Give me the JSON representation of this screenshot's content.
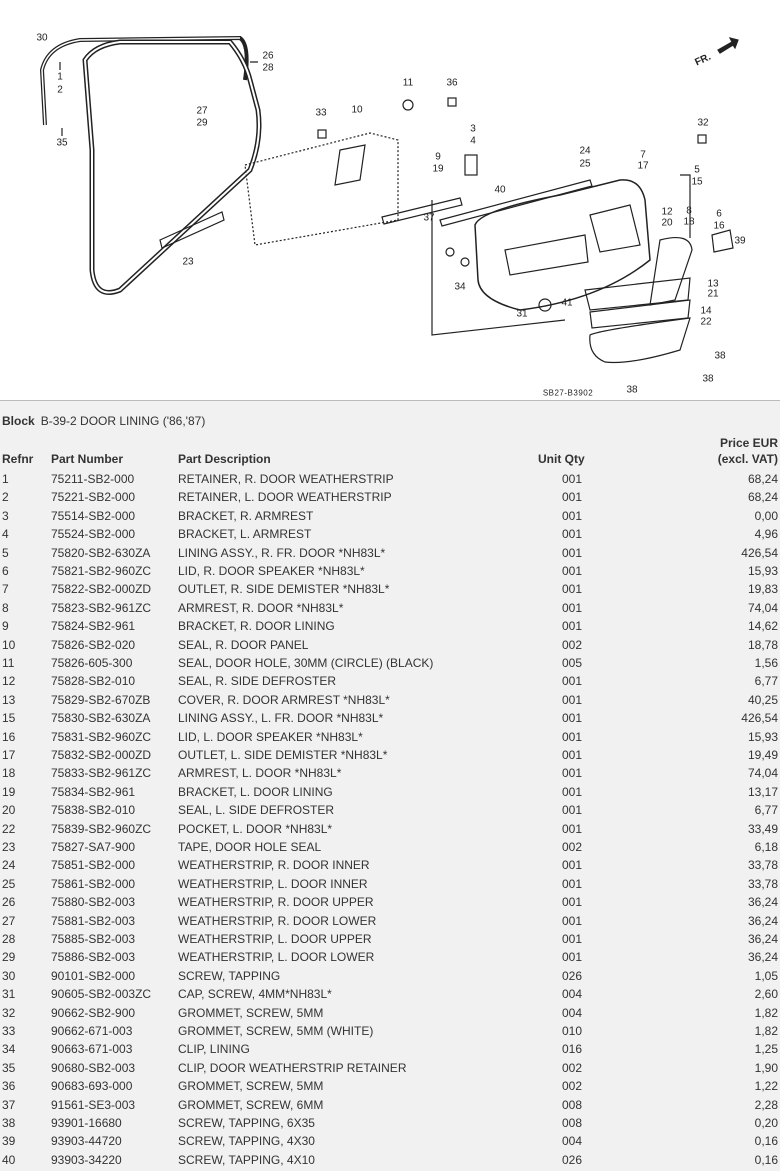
{
  "diagram": {
    "callouts": [
      "30",
      "1",
      "2",
      "35",
      "26",
      "28",
      "27",
      "29",
      "11",
      "36",
      "33",
      "10",
      "3",
      "4",
      "9",
      "19",
      "40",
      "37",
      "23",
      "24",
      "25",
      "7",
      "17",
      "5",
      "15",
      "32",
      "12",
      "20",
      "8",
      "18",
      "6",
      "16",
      "39",
      "13",
      "21",
      "14",
      "22",
      "34",
      "31",
      "41",
      "38",
      "38",
      "38"
    ],
    "direction_label": "FR.",
    "diagram_code": "SB27-B3902"
  },
  "block": {
    "label": "Block",
    "title": "B-39-2 DOOR LINING ('86,'87)"
  },
  "table": {
    "headers": {
      "refnr": "Refnr",
      "part_number": "Part Number",
      "description": "Part Description",
      "qty": "Unit Qty",
      "price_line1": "Price EUR",
      "price_line2": "(excl. VAT)"
    },
    "rows": [
      {
        "ref": "1",
        "pn": "75211-SB2-000",
        "desc": "RETAINER, R. DOOR WEATHERSTRIP",
        "qty": "001",
        "price": "68,24"
      },
      {
        "ref": "2",
        "pn": "75221-SB2-000",
        "desc": "RETAINER, L. DOOR WEATHERSTRIP",
        "qty": "001",
        "price": "68,24"
      },
      {
        "ref": "3",
        "pn": "75514-SB2-000",
        "desc": "BRACKET, R. ARMREST",
        "qty": "001",
        "price": "0,00"
      },
      {
        "ref": "4",
        "pn": "75524-SB2-000",
        "desc": "BRACKET, L. ARMREST",
        "qty": "001",
        "price": "4,96"
      },
      {
        "ref": "5",
        "pn": "75820-SB2-630ZA",
        "desc": "LINING ASSY., R. FR. DOOR *NH83L*",
        "qty": "001",
        "price": "426,54"
      },
      {
        "ref": "6",
        "pn": "75821-SB2-960ZC",
        "desc": "LID, R. DOOR SPEAKER *NH83L*",
        "qty": "001",
        "price": "15,93"
      },
      {
        "ref": "7",
        "pn": "75822-SB2-000ZD",
        "desc": "OUTLET, R. SIDE DEMISTER *NH83L*",
        "qty": "001",
        "price": "19,83"
      },
      {
        "ref": "8",
        "pn": "75823-SB2-961ZC",
        "desc": "ARMREST, R. DOOR *NH83L*",
        "qty": "001",
        "price": "74,04"
      },
      {
        "ref": "9",
        "pn": "75824-SB2-961",
        "desc": "BRACKET, R. DOOR LINING",
        "qty": "001",
        "price": "14,62"
      },
      {
        "ref": "10",
        "pn": "75826-SB2-020",
        "desc": "SEAL, R. DOOR PANEL",
        "qty": "002",
        "price": "18,78"
      },
      {
        "ref": "11",
        "pn": "75826-605-300",
        "desc": "SEAL, DOOR HOLE, 30MM (CIRCLE) (BLACK)",
        "qty": "005",
        "price": "1,56"
      },
      {
        "ref": "12",
        "pn": "75828-SB2-010",
        "desc": "SEAL, R. SIDE DEFROSTER",
        "qty": "001",
        "price": "6,77"
      },
      {
        "ref": "13",
        "pn": "75829-SB2-670ZB",
        "desc": "COVER, R. DOOR ARMREST *NH83L*",
        "qty": "001",
        "price": "40,25"
      },
      {
        "ref": "15",
        "pn": "75830-SB2-630ZA",
        "desc": "LINING ASSY., L. FR. DOOR *NH83L*",
        "qty": "001",
        "price": "426,54"
      },
      {
        "ref": "16",
        "pn": "75831-SB2-960ZC",
        "desc": "LID, L. DOOR SPEAKER *NH83L*",
        "qty": "001",
        "price": "15,93"
      },
      {
        "ref": "17",
        "pn": "75832-SB2-000ZD",
        "desc": "OUTLET, L. SIDE DEMISTER *NH83L*",
        "qty": "001",
        "price": "19,49"
      },
      {
        "ref": "18",
        "pn": "75833-SB2-961ZC",
        "desc": "ARMREST, L. DOOR *NH83L*",
        "qty": "001",
        "price": "74,04"
      },
      {
        "ref": "19",
        "pn": "75834-SB2-961",
        "desc": "BRACKET, L. DOOR LINING",
        "qty": "001",
        "price": "13,17"
      },
      {
        "ref": "20",
        "pn": "75838-SB2-010",
        "desc": "SEAL, L. SIDE DEFROSTER",
        "qty": "001",
        "price": "6,77"
      },
      {
        "ref": "22",
        "pn": "75839-SB2-960ZC",
        "desc": "POCKET, L. DOOR *NH83L*",
        "qty": "001",
        "price": "33,49"
      },
      {
        "ref": "23",
        "pn": "75827-SA7-900",
        "desc": "TAPE, DOOR HOLE SEAL",
        "qty": "002",
        "price": "6,18"
      },
      {
        "ref": "24",
        "pn": "75851-SB2-000",
        "desc": "WEATHERSTRIP, R. DOOR INNER",
        "qty": "001",
        "price": "33,78"
      },
      {
        "ref": "25",
        "pn": "75861-SB2-000",
        "desc": "WEATHERSTRIP, L. DOOR INNER",
        "qty": "001",
        "price": "33,78"
      },
      {
        "ref": "26",
        "pn": "75880-SB2-003",
        "desc": "WEATHERSTRIP, R. DOOR UPPER",
        "qty": "001",
        "price": "36,24"
      },
      {
        "ref": "27",
        "pn": "75881-SB2-003",
        "desc": "WEATHERSTRIP, R. DOOR LOWER",
        "qty": "001",
        "price": "36,24"
      },
      {
        "ref": "28",
        "pn": "75885-SB2-003",
        "desc": "WEATHERSTRIP, L. DOOR UPPER",
        "qty": "001",
        "price": "36,24"
      },
      {
        "ref": "29",
        "pn": "75886-SB2-003",
        "desc": "WEATHERSTRIP, L. DOOR LOWER",
        "qty": "001",
        "price": "36,24"
      },
      {
        "ref": "30",
        "pn": "90101-SB2-000",
        "desc": "SCREW, TAPPING",
        "qty": "026",
        "price": "1,05"
      },
      {
        "ref": "31",
        "pn": "90605-SB2-003ZC",
        "desc": "CAP, SCREW, 4MM*NH83L*",
        "qty": "004",
        "price": "2,60"
      },
      {
        "ref": "32",
        "pn": "90662-SB2-900",
        "desc": "GROMMET, SCREW, 5MM",
        "qty": "004",
        "price": "1,82"
      },
      {
        "ref": "33",
        "pn": "90662-671-003",
        "desc": "GROMMET, SCREW, 5MM (WHITE)",
        "qty": "010",
        "price": "1,82"
      },
      {
        "ref": "34",
        "pn": "90663-671-003",
        "desc": "CLIP, LINING",
        "qty": "016",
        "price": "1,25"
      },
      {
        "ref": "35",
        "pn": "90680-SB2-003",
        "desc": "CLIP, DOOR WEATHERSTRIP RETAINER",
        "qty": "002",
        "price": "1,90"
      },
      {
        "ref": "36",
        "pn": "90683-693-000",
        "desc": "GROMMET, SCREW, 5MM",
        "qty": "002",
        "price": "1,22"
      },
      {
        "ref": "37",
        "pn": "91561-SE3-003",
        "desc": "GROMMET, SCREW, 6MM",
        "qty": "008",
        "price": "2,28"
      },
      {
        "ref": "38",
        "pn": "93901-16680",
        "desc": "SCREW, TAPPING, 6X35",
        "qty": "008",
        "price": "0,20"
      },
      {
        "ref": "39",
        "pn": "93903-44720",
        "desc": "SCREW, TAPPING, 4X30",
        "qty": "004",
        "price": "0,16"
      },
      {
        "ref": "40",
        "pn": "93903-34220",
        "desc": "SCREW, TAPPING, 4X10",
        "qty": "026",
        "price": "0,16"
      }
    ]
  }
}
